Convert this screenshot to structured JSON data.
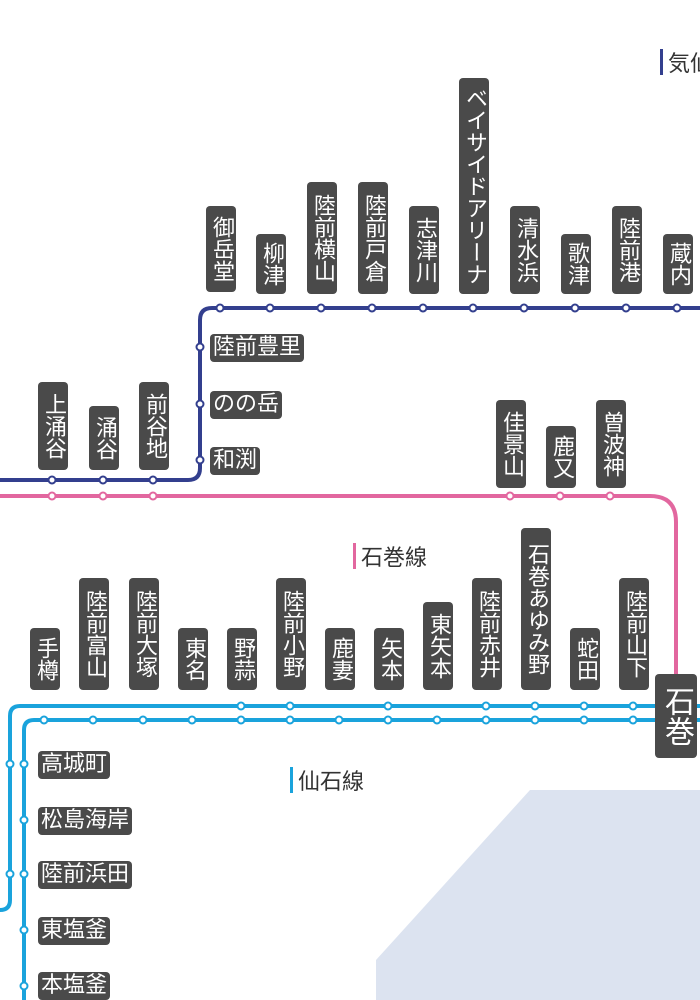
{
  "colors": {
    "kesennuma_line": "#333f8e",
    "ishinomaki_line": "#e2679f",
    "senseki_line": "#1aa3dc",
    "water": "#dce3f0",
    "station_label_bg": "#4a4a4a"
  },
  "line_labels": {
    "kesennuma": "気仙",
    "ishinomaki": "石巻線",
    "senseki": "仙石線"
  },
  "stations": {
    "kesennuma_top": [
      "御岳堂",
      "柳津",
      "陸前横山",
      "陸前戸倉",
      "志津川",
      "ベイサイドアリーナ",
      "清水浜",
      "歌津",
      "陸前港",
      "蔵内"
    ],
    "kesennuma_branch": [
      "陸前豊里",
      "のの岳",
      "和渕"
    ],
    "ishinomaki_west": [
      "上涌谷",
      "涌谷",
      "前谷地"
    ],
    "ishinomaki_east": [
      "佳景山",
      "鹿又",
      "曽波神"
    ],
    "senseki_top": [
      "手樽",
      "陸前富山",
      "陸前大塚",
      "東名",
      "野蒜",
      "陸前小野",
      "鹿妻",
      "矢本",
      "東矢本",
      "陸前赤井",
      "石巻あゆみ野",
      "蛇田",
      "陸前山下"
    ],
    "senseki_side": [
      "高城町",
      "松島海岸",
      "陸前浜田",
      "東塩釜",
      "本塩釜"
    ],
    "terminal": "石巻"
  }
}
